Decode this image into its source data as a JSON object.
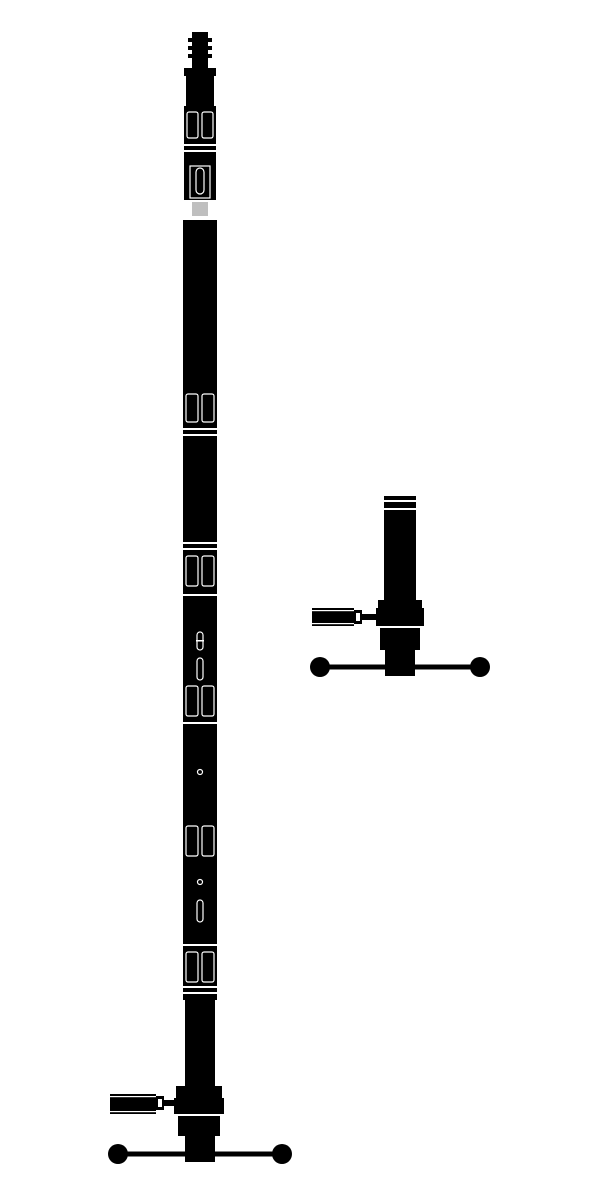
{
  "colors": {
    "ink": "#000000",
    "paper": "#ffffff"
  },
  "assemblies": [
    {
      "id": "tall-tool-string",
      "components": [
        "fishing-neck",
        "pin-box",
        "connector-window",
        "barrel",
        "centralizer-1",
        "barrel",
        "centralizer-2",
        "ported-sub",
        "centralizer-3",
        "barrel",
        "centralizer-4",
        "ported-sub",
        "centralizer-5",
        "barrel",
        "collar-body",
        "handling-tee"
      ]
    },
    {
      "id": "short-tool-string",
      "components": [
        "barrel",
        "collar-body",
        "handling-tee"
      ]
    }
  ]
}
